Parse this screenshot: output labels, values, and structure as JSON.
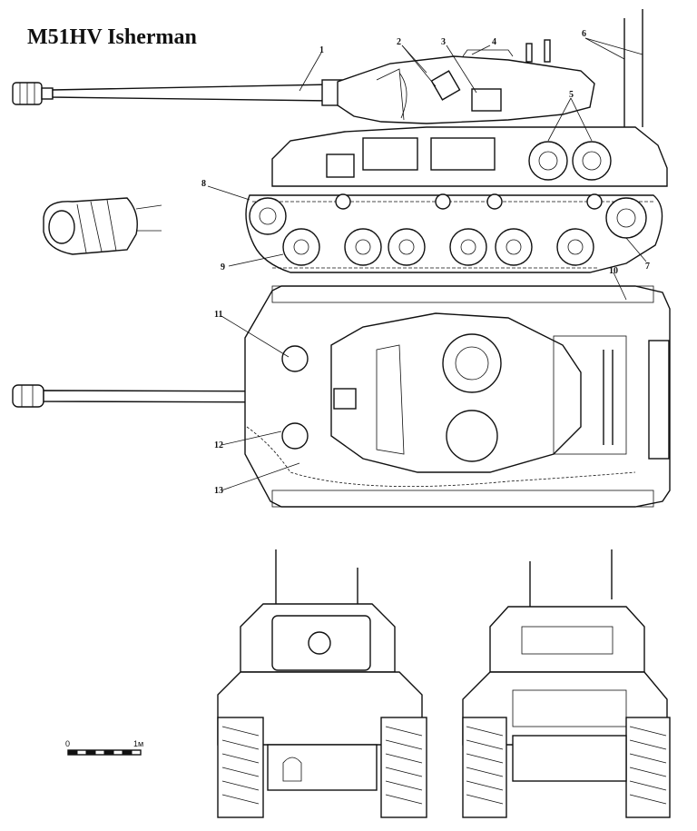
{
  "title": "M51HV Isherman",
  "callouts": [
    "1",
    "2",
    "3",
    "4",
    "5",
    "6",
    "7",
    "8",
    "9",
    "10",
    "11",
    "12",
    "13"
  ],
  "scale": {
    "start": "0",
    "end": "1м"
  }
}
